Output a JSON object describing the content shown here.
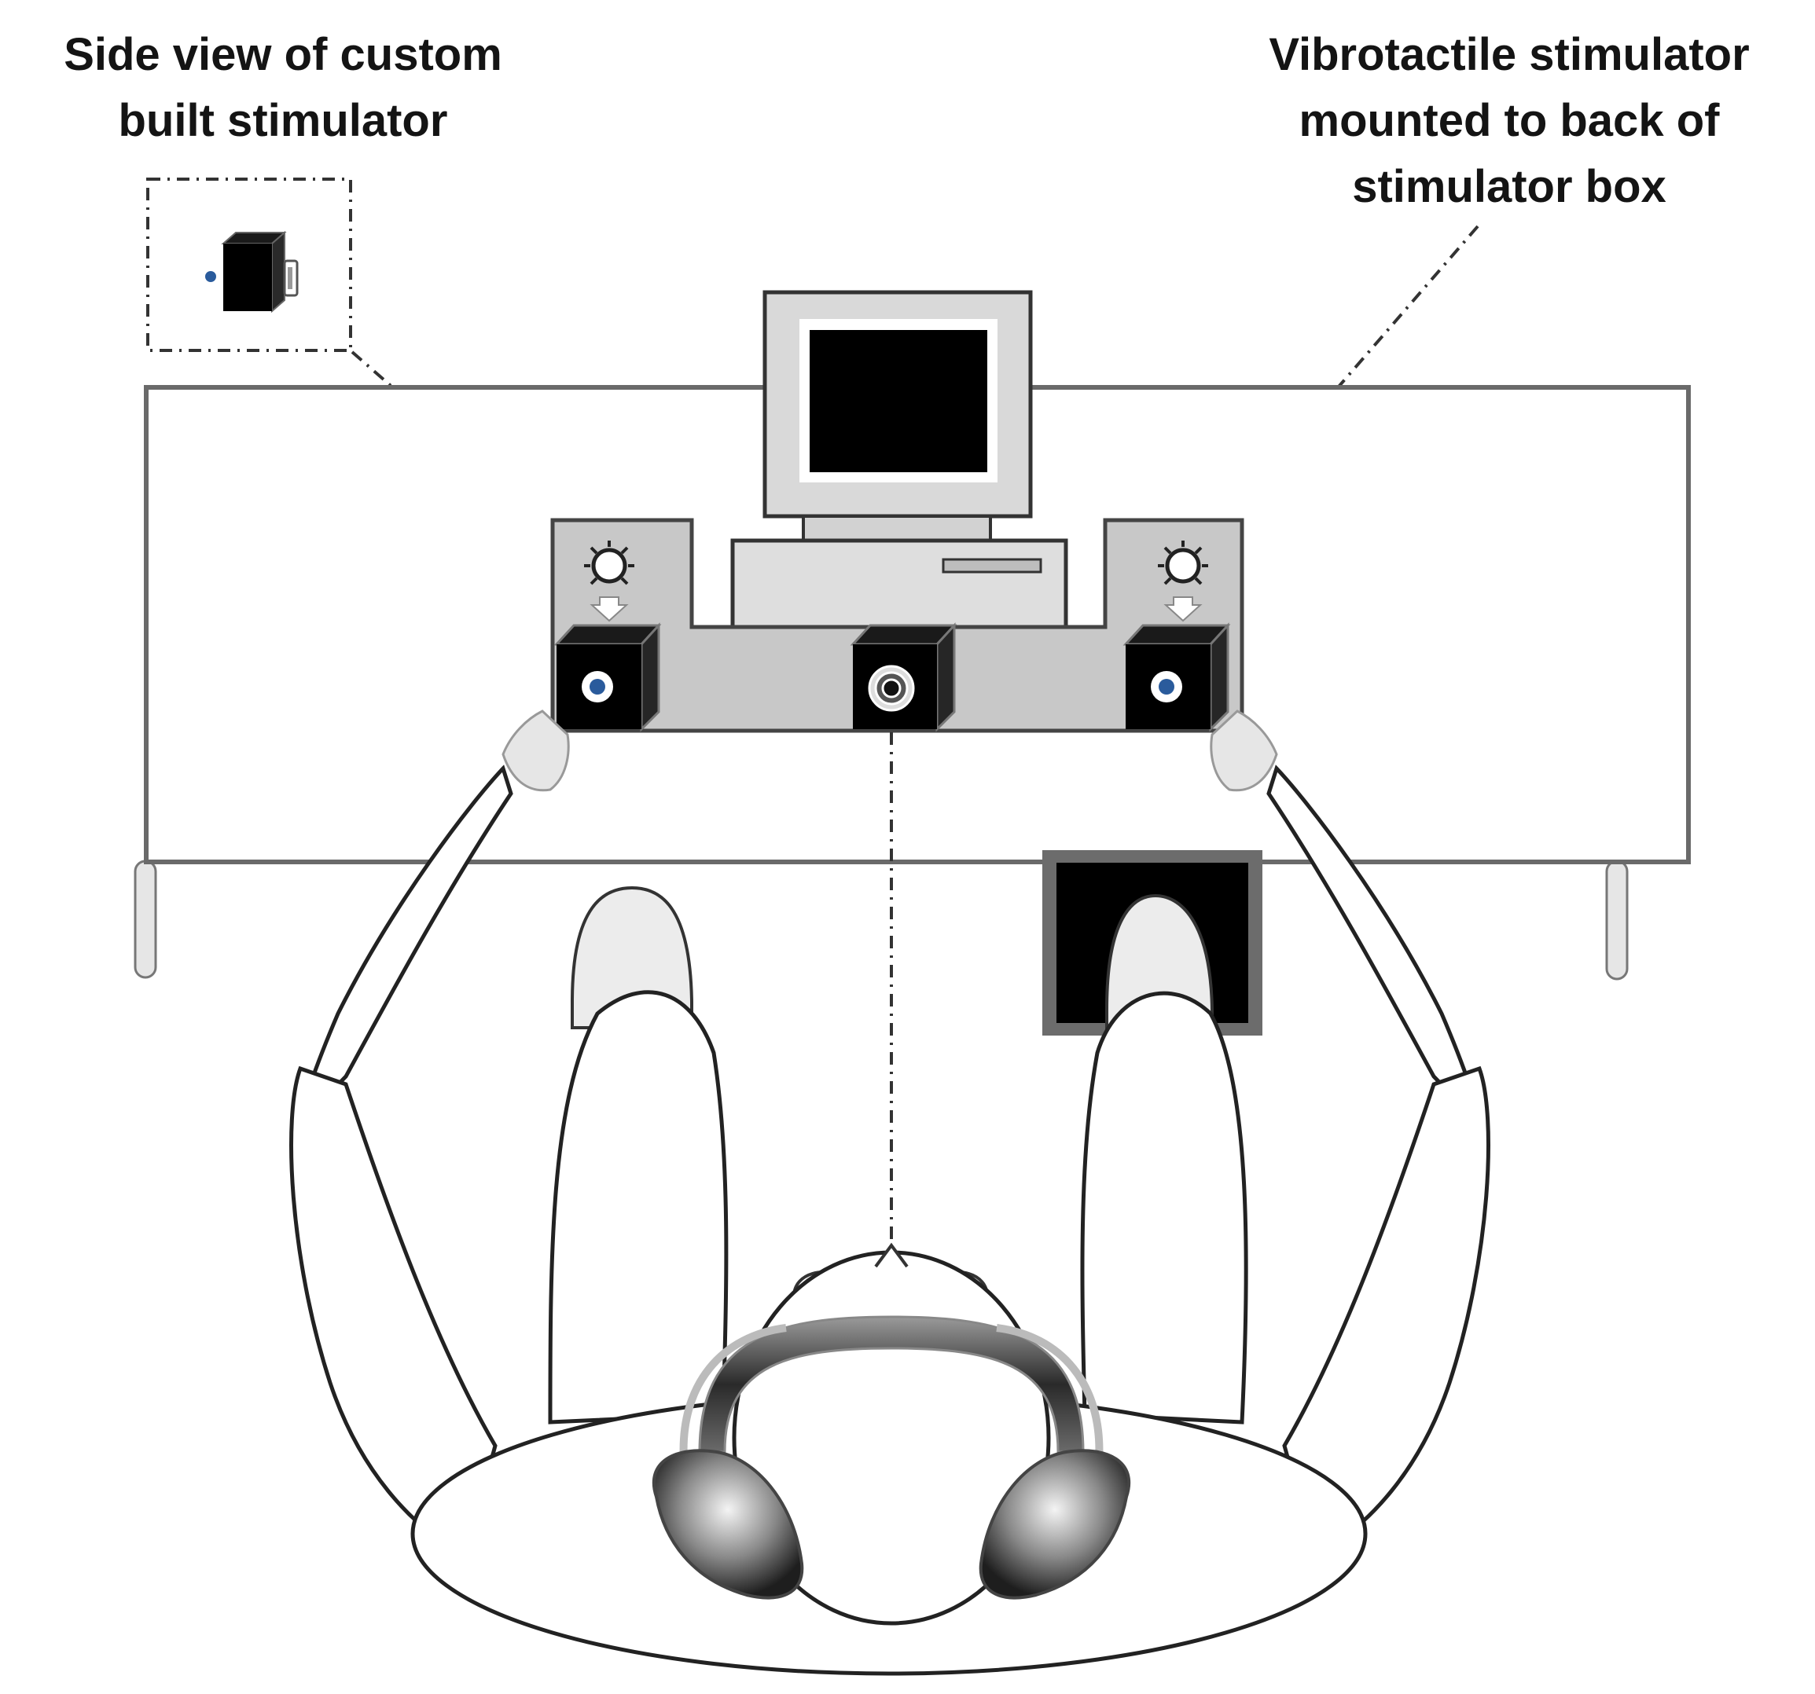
{
  "callouts": {
    "side_view": {
      "lines": [
        "Side view of custom",
        "built stimulator"
      ]
    },
    "vibrotactile": {
      "lines": [
        "Vibrotactile stimulator",
        "mounted to back of",
        "stimulator box"
      ]
    }
  },
  "colors": {
    "outline": "#333333",
    "box_gray": "#c8c8c8",
    "cube_black": "#000000",
    "led_blue": "#2a5b9c",
    "table_white": "#ffffff",
    "hand_gray": "#e6e6e6"
  },
  "icons": {
    "monitor": "computer-monitor-icon",
    "computer": "desktop-computer-icon",
    "vibrator": "vibration-motor-icon",
    "camera": "camera-lens-icon",
    "headphones": "headphones-icon"
  }
}
